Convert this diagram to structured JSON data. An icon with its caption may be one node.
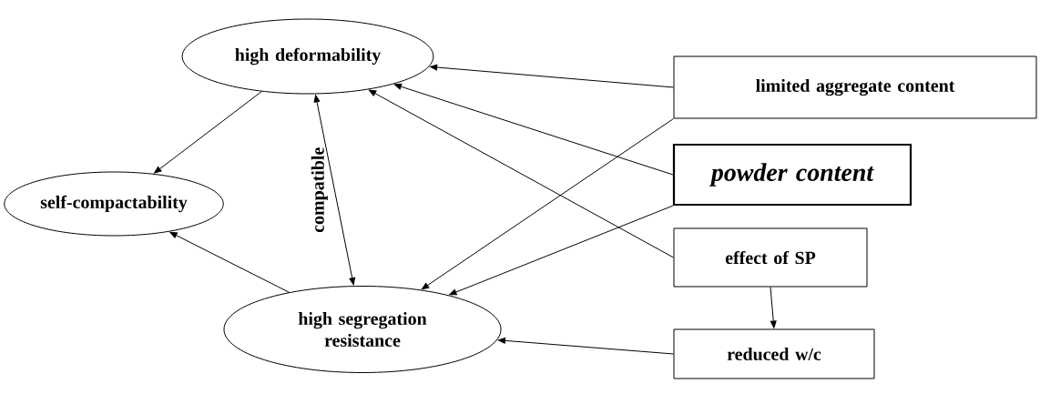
{
  "diagram": {
    "nodes": [
      {
        "text": [
          "self-compactability"
        ]
      },
      {
        "text": [
          "high deformability"
        ]
      },
      {
        "text": [
          "high segregation resistance"
        ]
      },
      {
        "text": [
          "limited aggregate content"
        ]
      },
      {
        "text": [
          "powder content"
        ]
      },
      {
        "text": [
          "effect of SP"
        ]
      },
      {
        "text": [
          "reduced w/c"
        ]
      }
    ],
    "edges": [
      {
        "from": 1,
        "to": 0,
        "arrow": "to"
      },
      {
        "from": 2,
        "to": 0,
        "arrow": "to"
      },
      {
        "from": 1,
        "to": 2,
        "arrow": "both",
        "label": "compatible"
      },
      {
        "from": 3,
        "to": 1,
        "arrow": "to"
      },
      {
        "from": 3,
        "to": 2,
        "arrow": "to"
      },
      {
        "from": 4,
        "to": 1,
        "arrow": "to"
      },
      {
        "from": 4,
        "to": 2,
        "arrow": "to"
      },
      {
        "from": 5,
        "to": 1,
        "arrow": "to"
      },
      {
        "from": 5,
        "to": 6,
        "arrow": "to"
      },
      {
        "from": 6,
        "to": 2,
        "arrow": "to"
      }
    ]
  }
}
